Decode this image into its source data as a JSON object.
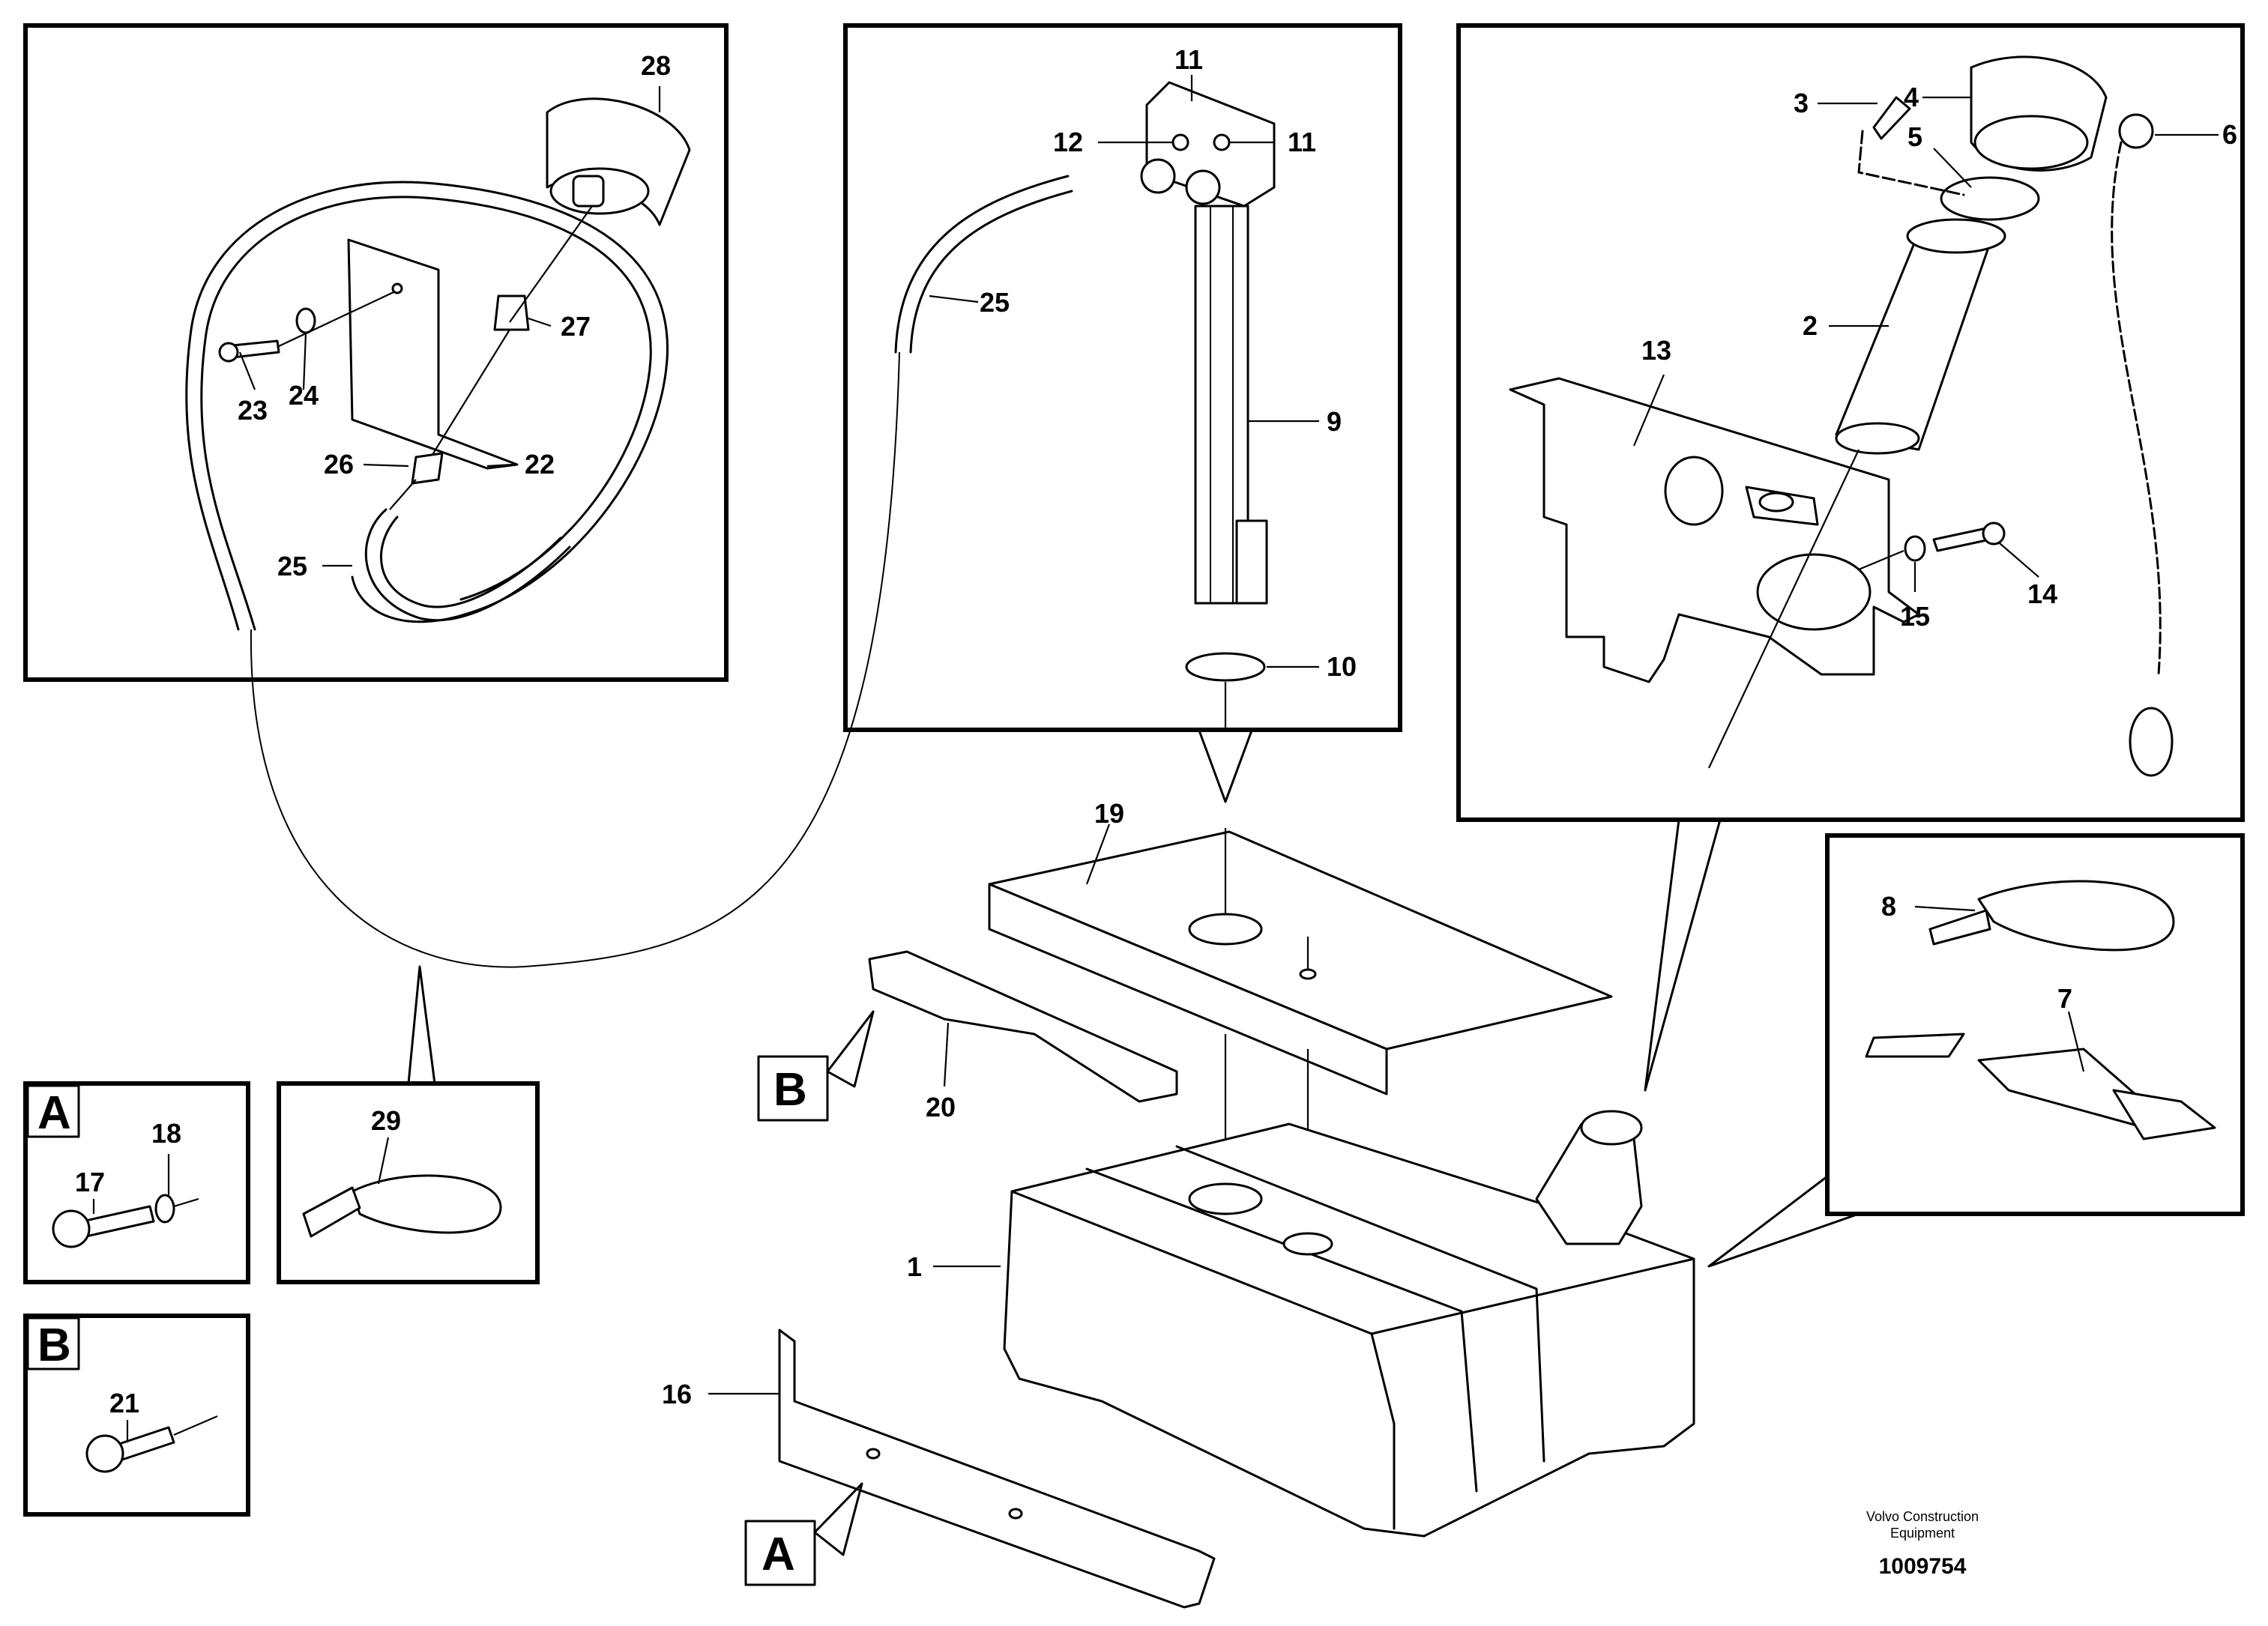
{
  "labels": {
    "p1": "1",
    "p2": "2",
    "p3": "3",
    "p4": "4",
    "p5": "5",
    "p6": "6",
    "p7": "7",
    "p8": "8",
    "p9": "9",
    "p10": "10",
    "p11": "11",
    "p12": "12",
    "p13": "13",
    "p14": "14",
    "p15": "15",
    "p16": "16",
    "p17": "17",
    "p18": "18",
    "p19": "19",
    "p20": "20",
    "p21": "21",
    "p22": "22",
    "p23": "23",
    "p24": "24",
    "p25": "25",
    "p26": "26",
    "p27": "27",
    "p28": "28",
    "p29": "29"
  },
  "markers": {
    "a": "A",
    "b": "B"
  },
  "footer": {
    "brand_line1": "Volvo Construction",
    "brand_line2": "Equipment",
    "drawing_number": "1009754"
  }
}
